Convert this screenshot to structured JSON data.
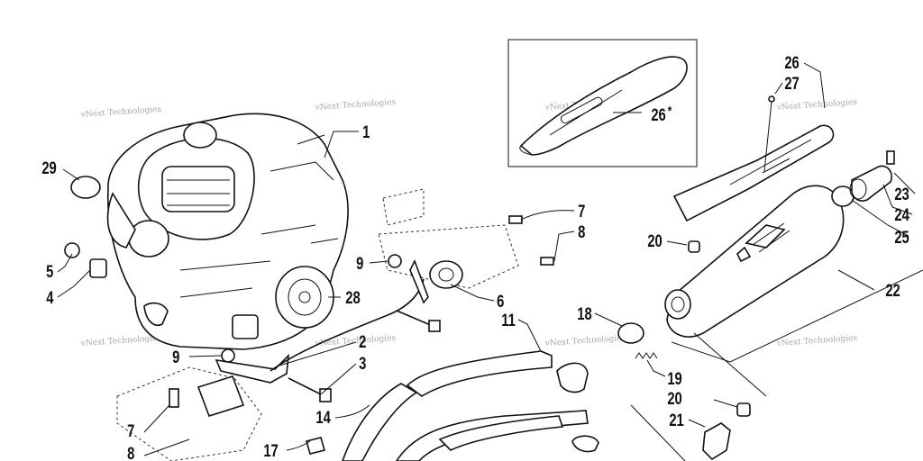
{
  "watermark": "vNext Technologies",
  "inset_label": "26",
  "inset_mark": "*",
  "callouts": [
    "1",
    "2",
    "3",
    "4",
    "5",
    "6",
    "7",
    "8",
    "9",
    "11",
    "14",
    "17",
    "18",
    "19",
    "20",
    "21",
    "22",
    "23",
    "24",
    "25",
    "26",
    "27",
    "28",
    "29"
  ]
}
